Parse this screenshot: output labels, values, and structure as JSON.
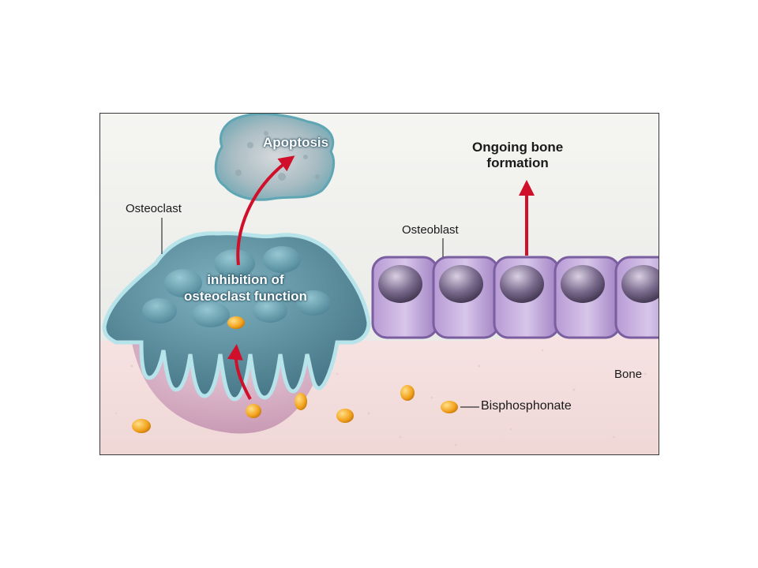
{
  "labels": {
    "apoptosis": "Apoptosis",
    "ongoing_line1": "Ongoing bone",
    "ongoing_line2": "formation",
    "osteoclast": "Osteoclast",
    "osteoblast": "Osteoblast",
    "inhibition_line1": "inhibition of",
    "inhibition_line2": "osteoclast function",
    "bone": "Bone",
    "bisphosphonate": "Bisphosphonate"
  },
  "colors": {
    "arrow": "#d0102a",
    "bisphosphonate_pill": "#f2a21c",
    "osteoblast_cell": "#9a7cbd",
    "osteoclast_cell": "#6aa6b8",
    "bone": "#f2dada"
  }
}
